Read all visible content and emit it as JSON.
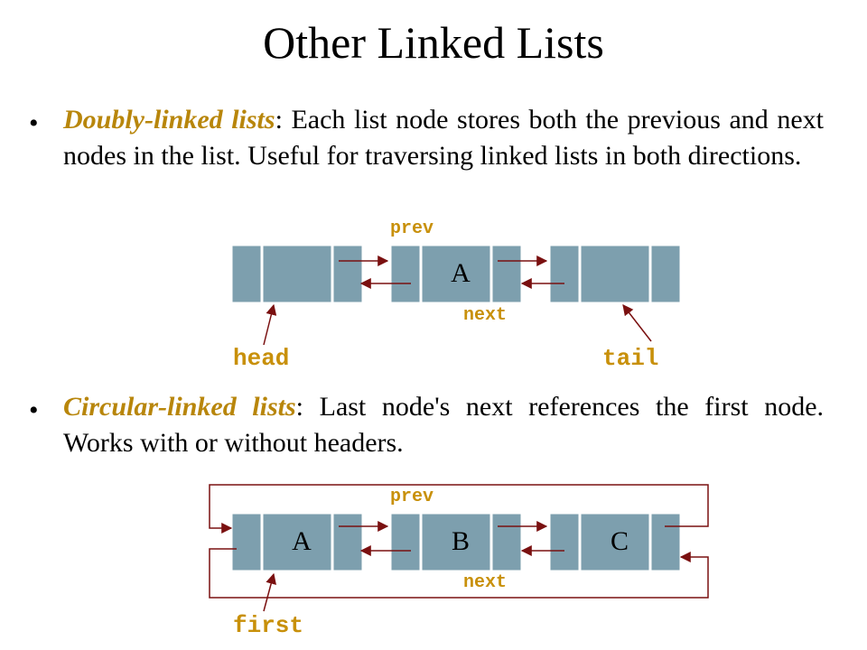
{
  "title": "Other Linked Lists",
  "bullet_char": "•",
  "bullet1": {
    "term": "Doubly-linked lists",
    "text": ": Each list node stores both the previous and next nodes in the list. Useful for traversing linked lists in both directions."
  },
  "bullet2": {
    "term": "Circular-linked lists",
    "text": ": Last node's next references the first node. Works with or without headers."
  },
  "diagram1": {
    "prev_label": "prev",
    "next_label": "next",
    "node_value": "A",
    "head_label": "head",
    "tail_label": "tail"
  },
  "diagram2": {
    "prev_label": "prev",
    "next_label": "next",
    "nodes": [
      "A",
      "B",
      "C"
    ],
    "first_label": "first"
  },
  "colors": {
    "node": "#7d9fae",
    "arrow": "#7a1010",
    "label": "#c8900a",
    "term": "#b8860b"
  }
}
